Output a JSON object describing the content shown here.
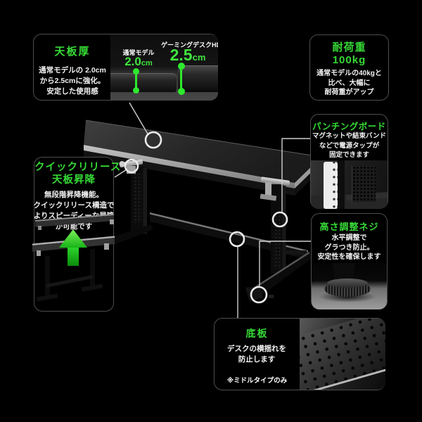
{
  "colors": {
    "background": "#000000",
    "accent_green": "#36d936",
    "value_green": "#3fe43f",
    "marker_green": "#2ee82e",
    "connector_gray": "#cfcfcf"
  },
  "callouts": {
    "thickness": {
      "title": "天板厚",
      "body": [
        "通常モデルの 2.0cm",
        "から2.5cmに強化。",
        "安定した使用感"
      ],
      "comparison": {
        "normal_label": "通常モデル",
        "normal_value": "2.0",
        "normal_unit": "cm",
        "hd_label": "ゲーミングデスクHD",
        "hd_value": "2.5",
        "hd_unit": "cm"
      }
    },
    "load_capacity": {
      "title": "耐荷重",
      "value": "100kg",
      "body": [
        "通常モデルの40kgと",
        "比べ、大幅に",
        "耐荷重がアップ"
      ]
    },
    "punching_board": {
      "title": "パンチングボード",
      "body": [
        "マグネットや結束バンド",
        "などで電源タップが",
        "固定できます"
      ]
    },
    "height_adjust": {
      "title": "高さ調整ネジ",
      "body": [
        "水平調整で",
        "グラつき防止。",
        "安定性を確保します"
      ]
    },
    "quick_release": {
      "title": [
        "クイックリリース",
        "天板昇降"
      ],
      "body": [
        "無段階昇降機能。",
        "クイックリリース構造で",
        "よりスピーディーな昇降",
        "が可能です"
      ]
    },
    "bottom_plate": {
      "title": "底板",
      "body": [
        "デスクの横揺れを",
        "防止します"
      ],
      "note": "※ミドルタイプのみ"
    }
  }
}
